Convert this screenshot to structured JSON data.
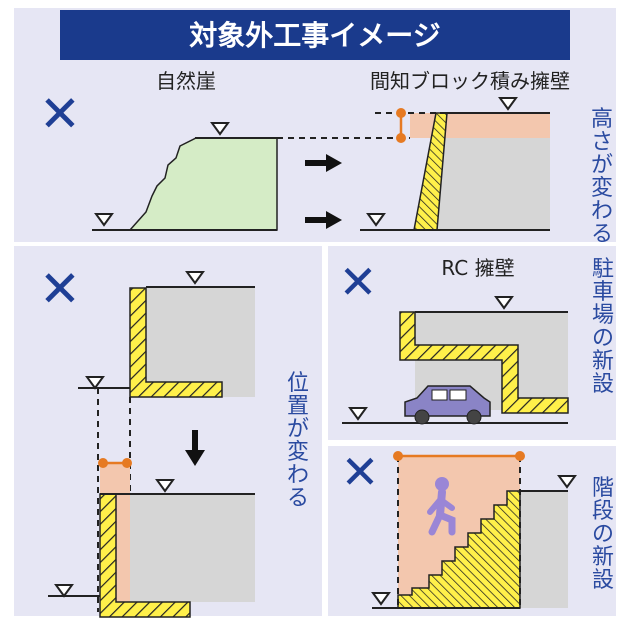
{
  "title": "対象外工事イメージ",
  "cross_mark": "✕",
  "top_panel": {
    "left_label": "自然崖",
    "right_label": "間知ブロック積み擁壁",
    "side_label": [
      "高",
      "さ",
      "が",
      "変",
      "わ",
      "る"
    ]
  },
  "left_panel": {
    "side_label": [
      "位",
      "置",
      "が",
      "変",
      "わ",
      "る"
    ]
  },
  "parking_panel": {
    "label": "RC 擁壁",
    "side_label": [
      "駐",
      "車",
      "場",
      "の",
      "新",
      "設"
    ]
  },
  "stairs_panel": {
    "side_label": [
      "階",
      "段",
      "の",
      "新",
      "設"
    ]
  },
  "colors": {
    "title_bg": "#1a3a8c",
    "panel_bg": "#e6e6f4",
    "cross": "#1f3f95",
    "side_text": "#2a4aa0",
    "green": "#d5ecc6",
    "gray": "#d6d6d6",
    "salmon": "#f3c7ae",
    "yellow": "#fff04a",
    "orange": "#e67a22",
    "car": "#8a84c6",
    "person": "#9a86d6"
  }
}
